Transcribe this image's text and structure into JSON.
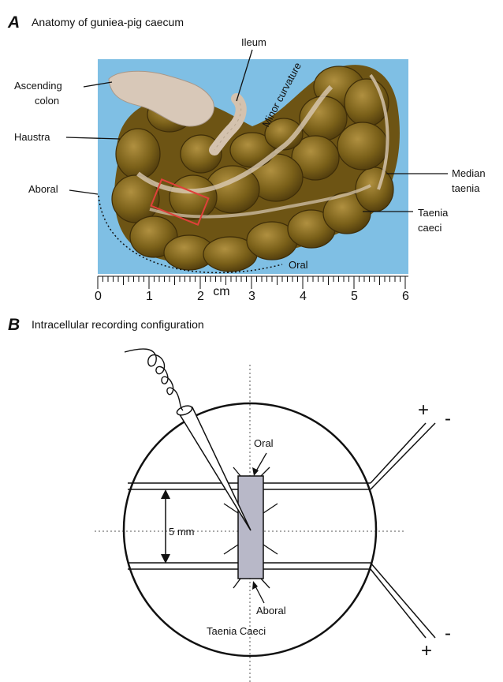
{
  "panel_a": {
    "letter": "A",
    "title": "Anatomy of guniea-pig caecum",
    "labels": {
      "ileum": "Ileum",
      "ascending_colon_1": "Ascending",
      "ascending_colon_2": "colon",
      "haustra": "Haustra",
      "aboral": "Aboral",
      "minor_curvature": "Minor curvature",
      "median_taenia_1": "Median",
      "median_taenia_2": "taenia",
      "taenia_caeci_1": "Taenia",
      "taenia_caeci_2": "caeci",
      "oral": "Oral"
    },
    "ruler": {
      "unit": "cm",
      "ticks": [
        "0",
        "1",
        "2",
        "3",
        "4",
        "5",
        "6"
      ]
    },
    "colors": {
      "background": "#7fbfe4",
      "tissue": "#7a6019",
      "tissue_highlight": "#a88a3a",
      "mesentery": "#d9c9b4",
      "box": "#e0403a"
    }
  },
  "panel_b": {
    "letter": "B",
    "title": "Intracellular recording configuration",
    "labels": {
      "plus_top": "+",
      "minus_top": "-",
      "plus_bottom": "+",
      "minus_bottom": "-",
      "oral": "Oral",
      "aboral": "Aboral",
      "taenia_caeci": "Taenia Caeci",
      "distance": "5 mm"
    },
    "colors": {
      "strip": "#b8b8c8",
      "line": "#111111"
    }
  }
}
